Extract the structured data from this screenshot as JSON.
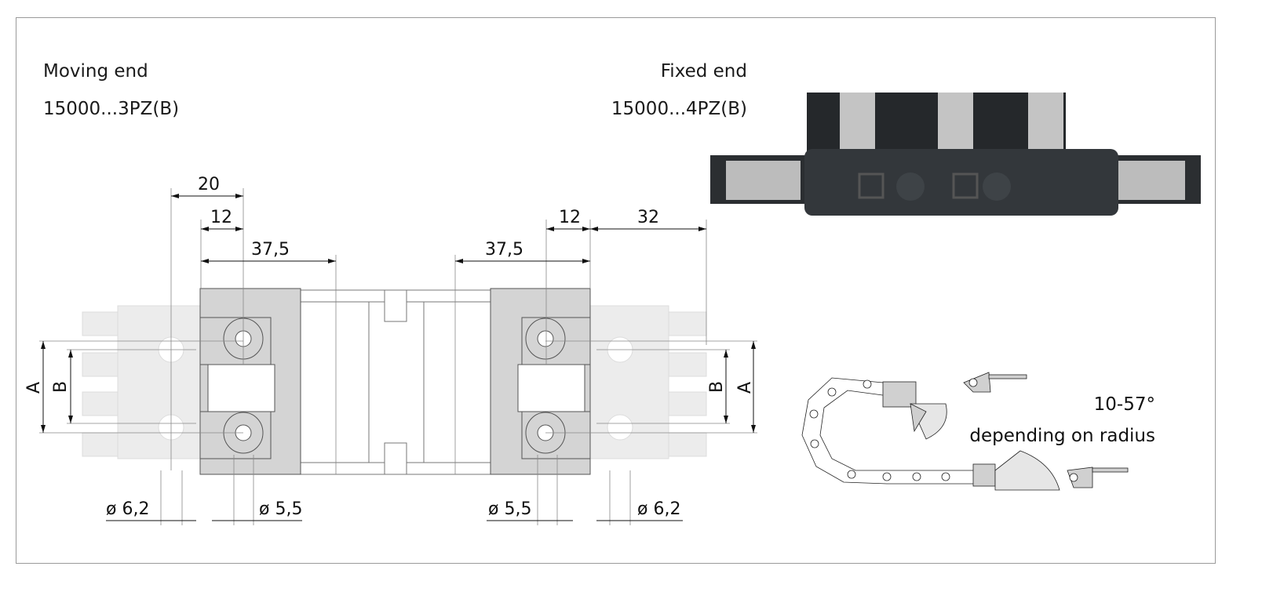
{
  "moving_end": {
    "title": "Moving end",
    "part": "15000...3PZ(B)"
  },
  "fixed_end": {
    "title": "Fixed end",
    "part": "15000...4PZ(B)"
  },
  "dimensions": {
    "top_20": "20",
    "top_12_left": "12",
    "top_37_5_left": "37,5",
    "top_37_5_right": "37,5",
    "top_12_right": "12",
    "top_32": "32",
    "dia_6_2_left": "ø 6,2",
    "dia_5_5_left": "ø 5,5",
    "dia_5_5_right": "ø 5,5",
    "dia_6_2_right": "ø 6,2",
    "A_left": "A",
    "B_left": "B",
    "B_right": "B",
    "A_right": "A"
  },
  "angle_note": {
    "range": "10-57°",
    "note": "depending on radius"
  },
  "colors": {
    "part_gray": "#d4d4d4",
    "ghost_gray": "#ececec",
    "photo_dark": "#2e3236",
    "frame": "#9a9a9a"
  }
}
